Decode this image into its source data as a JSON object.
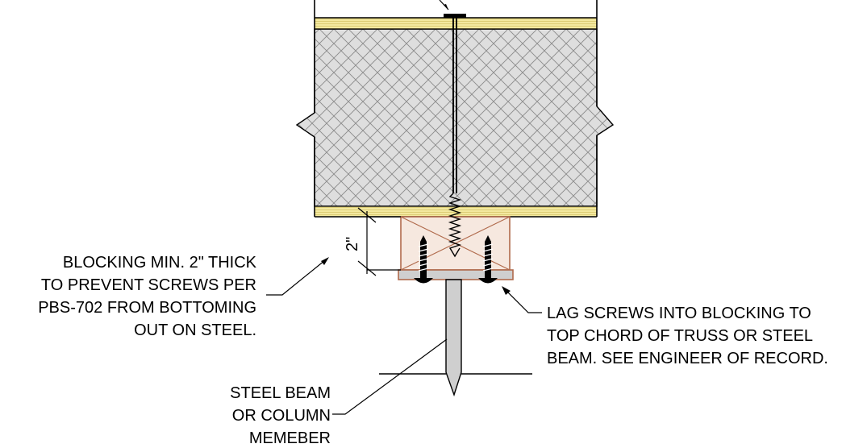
{
  "notes": {
    "blocking": [
      "BLOCKING MIN. 2\" THICK",
      "TO PREVENT SCREWS PER",
      "PBS-702 FROM BOTTOMING",
      "OUT ON STEEL."
    ],
    "lag_screws": [
      "LAG SCREWS INTO BLOCKING TO",
      "TOP CHORD OF TRUSS OR STEEL",
      "BEAM.  SEE ENGINEER OF RECORD."
    ],
    "steel_beam": [
      "STEEL BEAM",
      "OR COLUMN",
      "MEMEBER"
    ]
  },
  "dimension": {
    "blocking_thickness": "2\""
  },
  "colors": {
    "facer_yellow": "#f3e9a0",
    "foam_gray": "#dcdcdc",
    "blocking_brown": "#b06a4c",
    "steel_fill": "#cfcfcf"
  }
}
